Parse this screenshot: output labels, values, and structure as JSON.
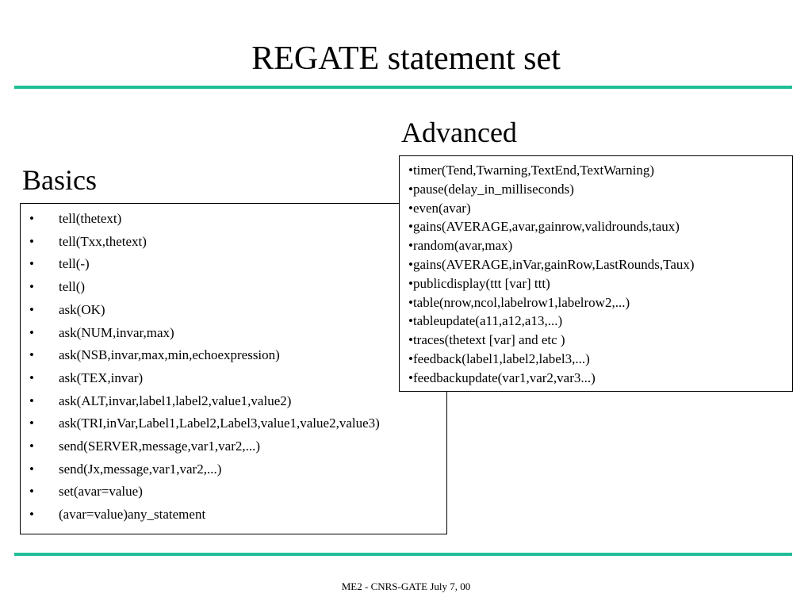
{
  "title": "REGATE statement set",
  "advanced": {
    "heading": "Advanced",
    "bullet": "•",
    "items": [
      "timer(Tend,Twarning,TextEnd,TextWarning)",
      "pause(delay_in_milliseconds)",
      "even(avar)",
      "gains(AVERAGE,avar,gainrow,validrounds,taux)",
      "random(avar,max)",
      "gains(AVERAGE,inVar,gainRow,LastRounds,Taux)",
      "publicdisplay(ttt [var] ttt)",
      "table(nrow,ncol,labelrow1,labelrow2,...)",
      "tableupdate(a11,a12,a13,...)",
      "traces(thetext [var] and etc )",
      "feedback(label1,label2,label3,...)",
      "feedbackupdate(var1,var2,var3...)"
    ]
  },
  "basics": {
    "heading": "Basics",
    "bullet": "•",
    "items": [
      "tell(thetext)",
      "tell(Txx,thetext)",
      "tell(-)",
      "tell()",
      "ask(OK)",
      "ask(NUM,invar,max)",
      "ask(NSB,invar,max,min,echoexpression)",
      "ask(TEX,invar)",
      "ask(ALT,invar,label1,label2,value1,value2)",
      "ask(TRI,inVar,Label1,Label2,Label3,value1,value2,value3)",
      "send(SERVER,message,var1,var2,...)",
      "send(Jx,message,var1,var2,...)",
      "set(avar=value)",
      "(avar=value)any_statement"
    ]
  },
  "footer": "ME2 - CNRS-GATE July 7, 00",
  "colors": {
    "rule": "#1fbf95"
  }
}
